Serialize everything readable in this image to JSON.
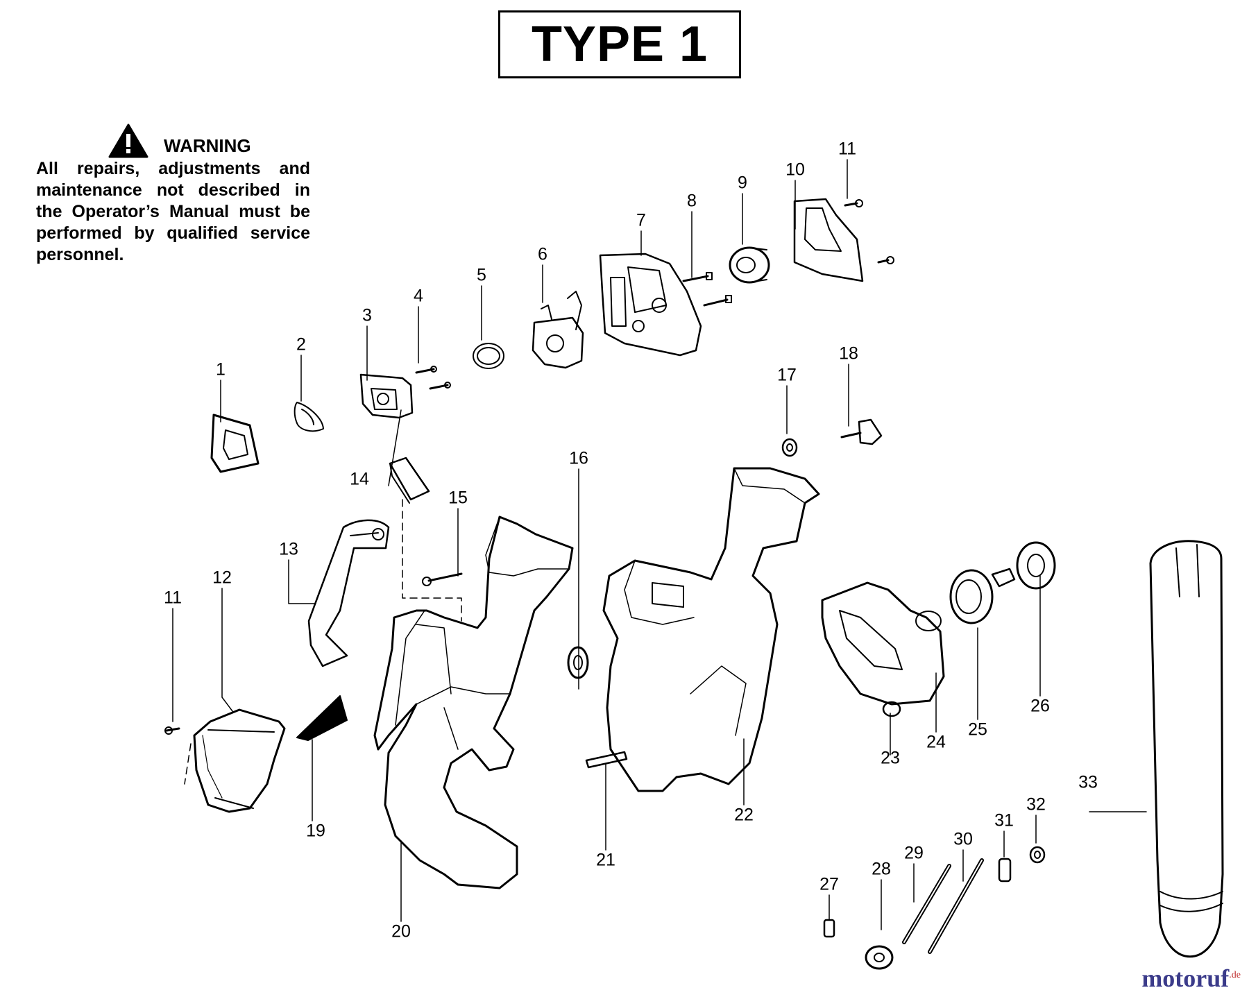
{
  "title": "TYPE 1",
  "warning": {
    "heading": "WARNING",
    "body": "All repairs, adjustments and maintenance not described in the Operator’s Manual must be performed by qualified service personnel."
  },
  "brand": {
    "name": "motoruf",
    "suffix": ".de"
  },
  "callouts": [
    "1",
    "2",
    "3",
    "4",
    "5",
    "6",
    "7",
    "8",
    "9",
    "10",
    "11",
    "11",
    "12",
    "13",
    "14",
    "15",
    "16",
    "17",
    "18",
    "19",
    "20",
    "21",
    "22",
    "23",
    "24",
    "25",
    "26",
    "27",
    "28",
    "29",
    "30",
    "31",
    "32",
    "33"
  ],
  "colors": {
    "ink": "#000000",
    "brand": "#3b3b8a",
    "brand_suffix": "#c03030"
  }
}
